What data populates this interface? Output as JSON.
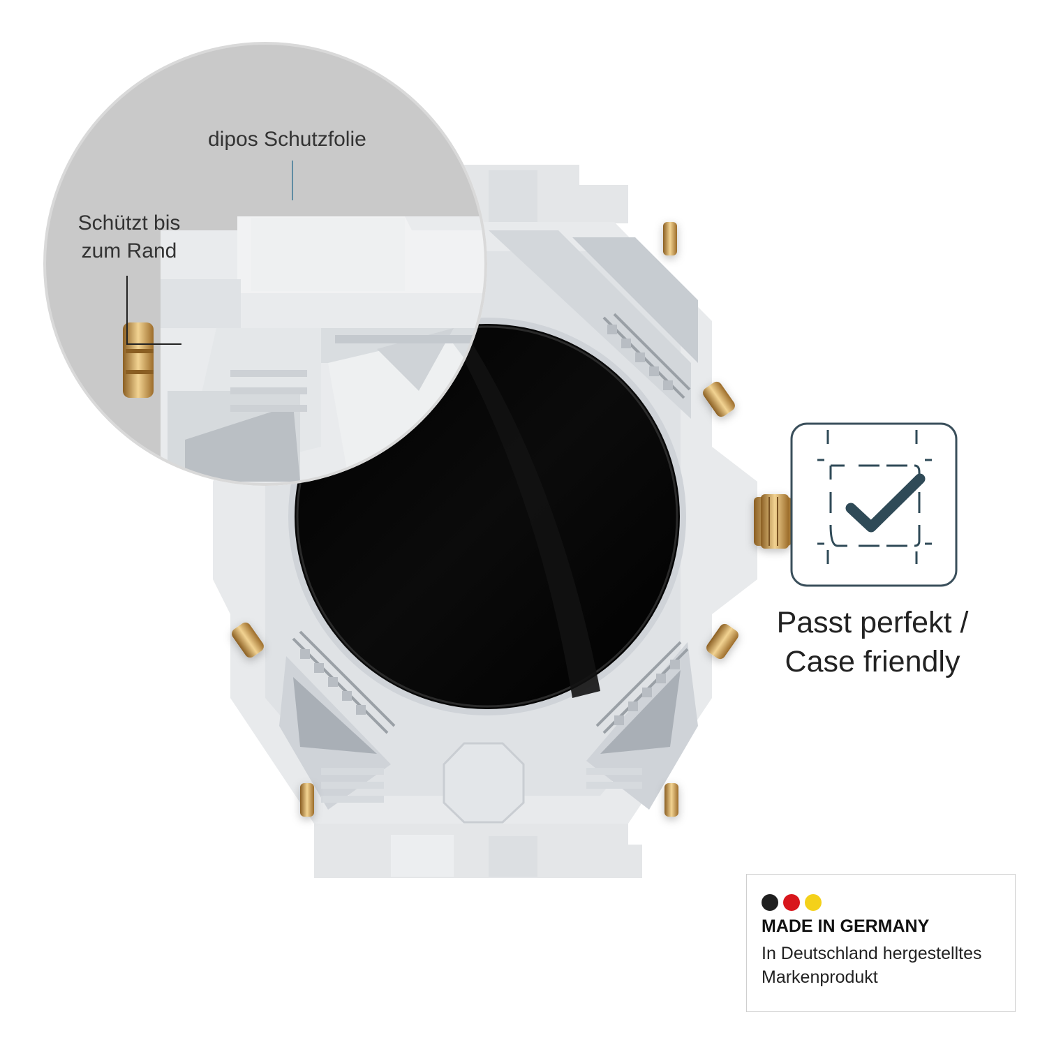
{
  "zoom_callout": {
    "title": "dipos Schutzfolie",
    "edge_line1": "Schützt bis",
    "edge_line2": "zum Rand"
  },
  "feature": {
    "caption_line1": "Passt perfekt /",
    "caption_line2": "Case friendly",
    "icon": "checkmark-in-frame-icon"
  },
  "made_in": {
    "title": "MADE IN GERMANY",
    "line1": "In Deutschland hergestelltes",
    "line2": "Markenprodukt",
    "flag_colors": [
      "#1f1f1f",
      "#d8161c",
      "#f4d11a"
    ]
  },
  "colors": {
    "case": "#e6e8ea",
    "screen": "#050505",
    "gold": "#d5a24d",
    "icon": "#2f4a57"
  }
}
